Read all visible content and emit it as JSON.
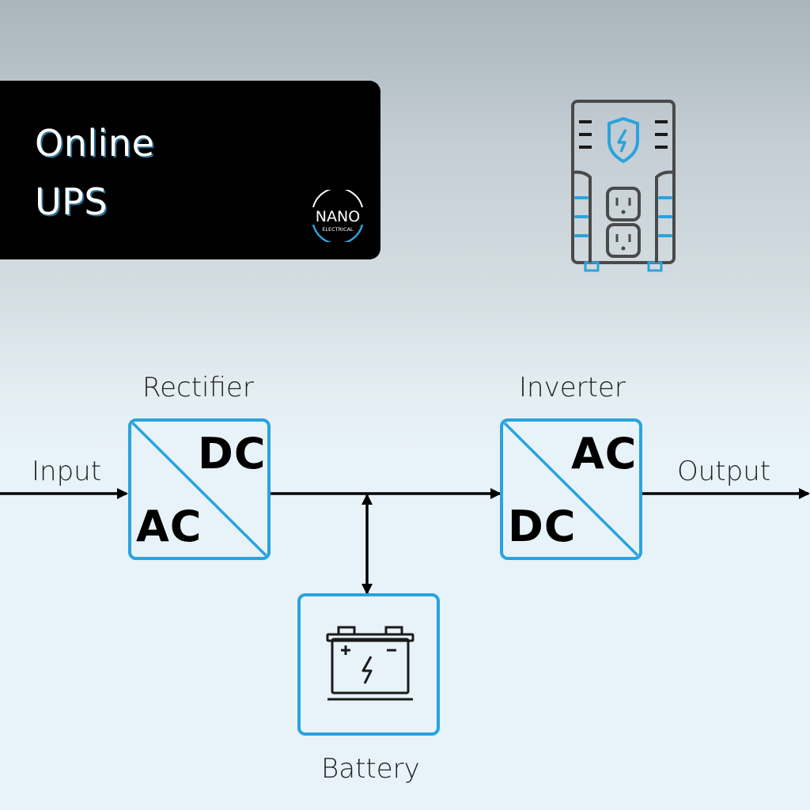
{
  "title": {
    "line1": "Online",
    "line2": "UPS"
  },
  "logo": {
    "name": "NANO",
    "sub": "ELECTRICAL"
  },
  "diagram": {
    "input_label": "Input",
    "output_label": "Output",
    "rectifier": {
      "label": "Rectifier",
      "top_text": "DC",
      "bottom_text": "AC"
    },
    "inverter": {
      "label": "Inverter",
      "top_text": "AC",
      "bottom_text": "DC"
    },
    "battery": {
      "label": "Battery"
    }
  },
  "colors": {
    "accent": "#29a3dd",
    "title_card": "#000000",
    "icon_outline": "#4a4a4a"
  }
}
